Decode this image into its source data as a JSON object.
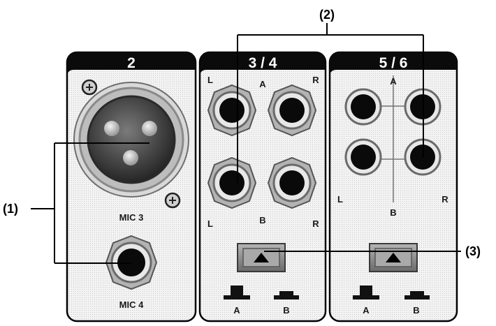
{
  "callouts": {
    "c1": "(1)",
    "c2": "(2)",
    "c3": "(3)"
  },
  "panels": {
    "p2": {
      "title": "2",
      "mic3": "MIC 3",
      "mic4": "MIC 4"
    },
    "p34": {
      "title": "3 / 4",
      "top_l": "L",
      "top_a": "A",
      "top_r": "R",
      "bot_l": "L",
      "bot_b": "B",
      "bot_r": "R",
      "sw_a": "A",
      "sw_b": "B"
    },
    "p56": {
      "title": "5 / 6",
      "a": "A",
      "l": "L",
      "b": "B",
      "r": "R",
      "sw_a": "A",
      "sw_b": "B"
    }
  },
  "colors": {
    "panel": "#f1f1f1",
    "header": "#0b0b0b",
    "jack_ring": "#9a9a9a",
    "line": "#000000"
  }
}
